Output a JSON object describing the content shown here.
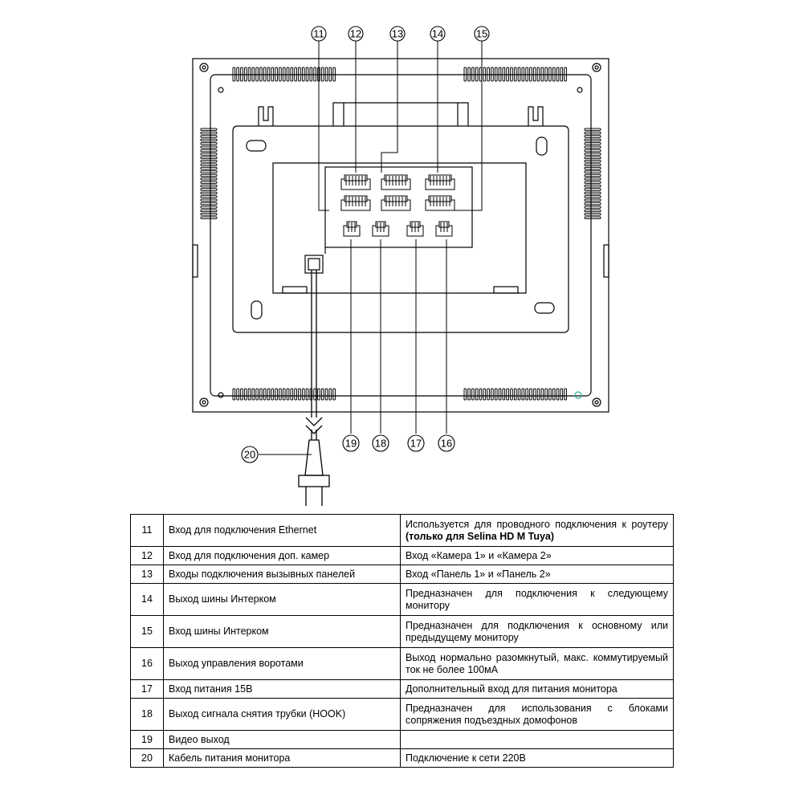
{
  "callouts": {
    "c11": "11",
    "c12": "12",
    "c13": "13",
    "c14": "14",
    "c15": "15",
    "c16": "16",
    "c17": "17",
    "c18": "18",
    "c19": "19",
    "c20": "20"
  },
  "table": {
    "rows": [
      {
        "num": "11",
        "name": "Вход для подключения  Ethernet",
        "desc": "Используется для проводного подключения к роутеру ",
        "desc_bold": "(только для Selina HD M Tuya)"
      },
      {
        "num": "12",
        "name": "Вход для подключения доп. камер",
        "desc": "Вход «Камера 1» и «Камера 2»"
      },
      {
        "num": "13",
        "name": "Входы подключения вызывных панелей",
        "desc": "Вход «Панель 1» и «Панель 2»"
      },
      {
        "num": "14",
        "name": "Выход шины Интерком",
        "desc": "Предназначен для подключения к следующему монитору"
      },
      {
        "num": "15",
        "name": "Вход шины Интерком",
        "desc": "Предназначен для подключения к основному или предыдущему монитору"
      },
      {
        "num": "16",
        "name": "Выход управления воротами",
        "desc": "Выход нормально разомкнутый, макс. коммутируемый ток не более 100мА"
      },
      {
        "num": "17",
        "name": "Вход питания 15В",
        "desc": "Дополнительный вход для питания монитора"
      },
      {
        "num": "18",
        "name": "Выход сигнала снятия трубки (HOOK)",
        "desc": "Предназначен для использования с блоками сопряжения подъездных домофонов"
      },
      {
        "num": "19",
        "name": "Видео выход",
        "desc": ""
      },
      {
        "num": "20",
        "name": "Кабель питания монитора",
        "desc": "Подключение к сети 220В"
      }
    ]
  }
}
